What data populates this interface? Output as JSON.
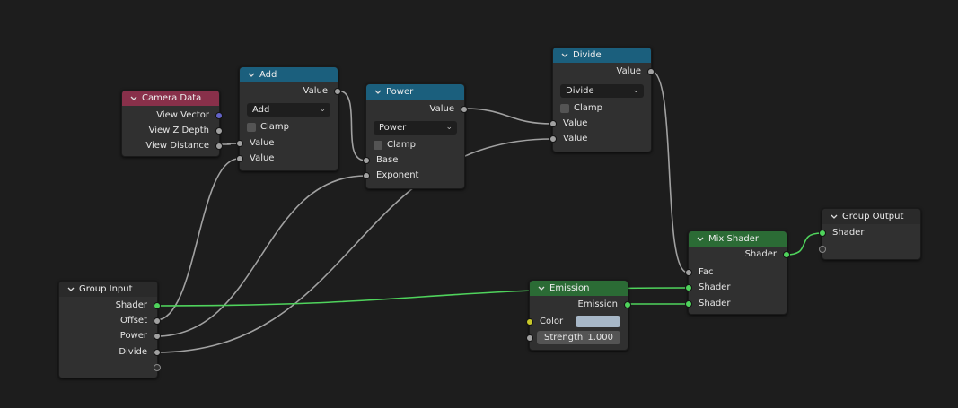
{
  "colors": {
    "background": "#1d1d1d",
    "node_body": "#303030",
    "header_camera": "#88304a",
    "header_math": "#1b5f7d",
    "header_shader": "#2b6b35",
    "header_group": "#2a2a2a",
    "wire_grey": "#a1a1a1",
    "wire_green": "#4fd35c"
  },
  "nodes": {
    "camera_data": {
      "title": "Camera Data",
      "outputs": [
        "View Vector",
        "View Z Depth",
        "View Distance"
      ]
    },
    "add": {
      "title": "Add",
      "output": "Value",
      "operation": "Add",
      "clamp_label": "Clamp",
      "inputs": [
        "Value",
        "Value"
      ]
    },
    "power": {
      "title": "Power",
      "output": "Value",
      "operation": "Power",
      "clamp_label": "Clamp",
      "inputs": [
        "Base",
        "Exponent"
      ]
    },
    "divide": {
      "title": "Divide",
      "output": "Value",
      "operation": "Divide",
      "clamp_label": "Clamp",
      "inputs": [
        "Value",
        "Value"
      ]
    },
    "group_input": {
      "title": "Group Input",
      "outputs": [
        "Shader",
        "Offset",
        "Power",
        "Divide"
      ]
    },
    "emission": {
      "title": "Emission",
      "output": "Emission",
      "color_label": "Color",
      "strength_label": "Strength",
      "strength_value": "1.000",
      "color_value": "#a8b8c8"
    },
    "mix_shader": {
      "title": "Mix Shader",
      "output": "Shader",
      "inputs": [
        "Fac",
        "Shader",
        "Shader"
      ]
    },
    "group_output": {
      "title": "Group Output",
      "inputs": [
        "Shader"
      ]
    }
  }
}
